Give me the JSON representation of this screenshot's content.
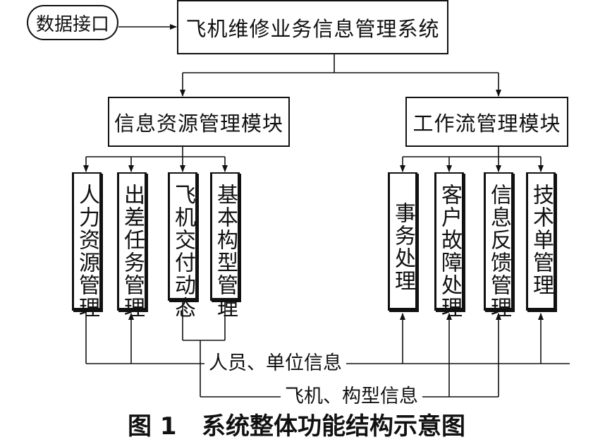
{
  "data_interface": "数据接口",
  "system_title": "飞机维修业务信息管理系统",
  "modules": {
    "info_resource": "信息资源管理模块",
    "workflow": "工作流管理模块"
  },
  "left_boxes": [
    "人力资源管理",
    "出差任务管理",
    "飞机交付动态",
    "基本构型管理"
  ],
  "right_boxes": [
    "事务处理",
    "客户故障处理",
    "信息反馈管理",
    "技术单管理"
  ],
  "bus_labels": {
    "personnel": "人员、单位信息",
    "aircraft": "飞机、构型信息"
  },
  "caption": "图 1   系统整体功能结构示意图"
}
